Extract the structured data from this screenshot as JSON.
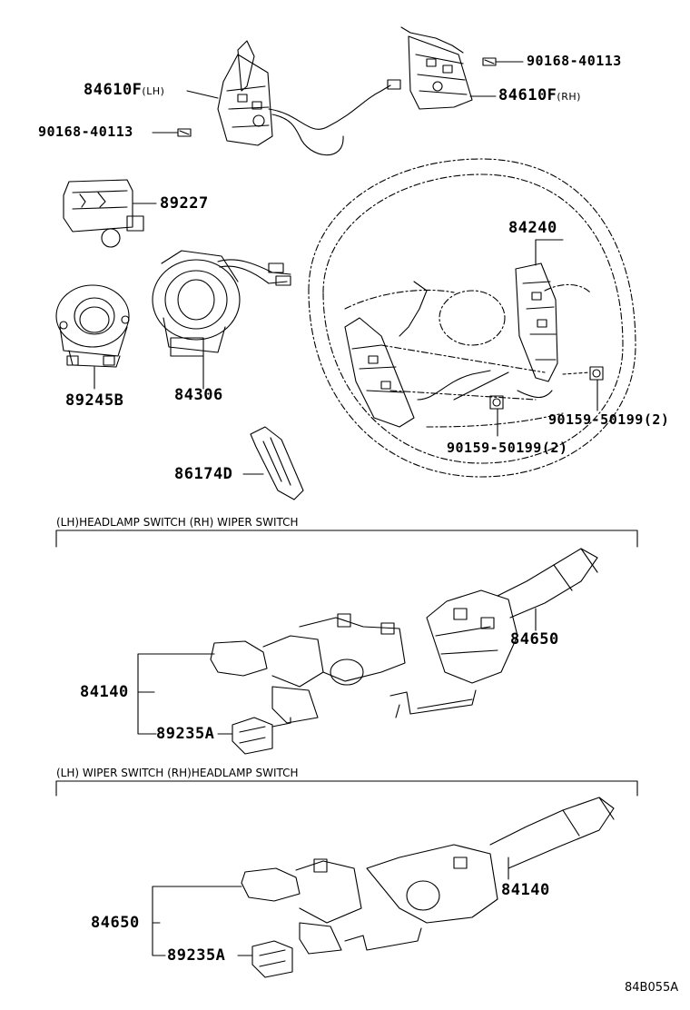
{
  "parts": {
    "p84610F_lh": {
      "number": "84610F",
      "side": "(LH)"
    },
    "p84610F_rh": {
      "number": "84610F",
      "side": "(RH)"
    },
    "p90168_a": {
      "number": "90168-40113"
    },
    "p90168_b": {
      "number": "90168-40113"
    },
    "p89227": {
      "number": "89227"
    },
    "p84240": {
      "number": "84240"
    },
    "p89245B": {
      "number": "89245B"
    },
    "p84306": {
      "number": "84306"
    },
    "p90159_a": {
      "number": "90159-50199(2)"
    },
    "p90159_b": {
      "number": "90159-50199(2)"
    },
    "p86174D": {
      "number": "86174D"
    },
    "p84650_a": {
      "number": "84650"
    },
    "p84140_a": {
      "number": "84140"
    },
    "p89235A_a": {
      "number": "89235A"
    },
    "p84140_b": {
      "number": "84140"
    },
    "p84650_b": {
      "number": "84650"
    },
    "p89235A_b": {
      "number": "89235A"
    }
  },
  "sections": {
    "section1": "(LH)HEADLAMP SWITCH  (RH) WIPER SWITCH",
    "section2": "(LH) WIPER SWITCH  (RH)HEADLAMP SWITCH"
  },
  "diagram_code": "84B055A"
}
